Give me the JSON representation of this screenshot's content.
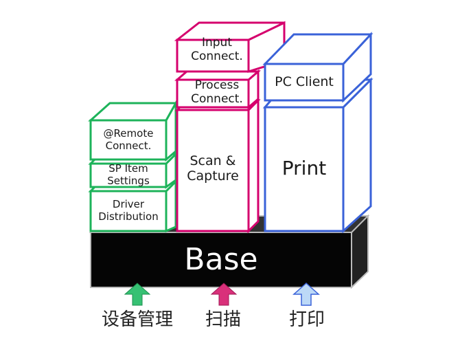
{
  "colors": {
    "green": "#1db35a",
    "magenta": "#d5006d",
    "blue": "#3a62d8",
    "base": "#050505",
    "arrow_green": "#36c173",
    "arrow_magenta": "#d9307a",
    "arrow_blue": "#9fc6f2"
  },
  "blocks": {
    "remote": "@Remote\nConnect.",
    "sp_item": "SP Item\nSettings",
    "driver": "Driver\nDistribution",
    "input": "Input\nConnect.",
    "process": "Process\nConnect.",
    "scan": "Scan &\nCapture",
    "pc_client": "PC Client",
    "print": "Print",
    "base": "Base"
  },
  "captions": {
    "device": "设备管理",
    "scan": "扫描",
    "print": "打印"
  },
  "icons": [
    "up-arrow-icon-green",
    "up-arrow-icon-magenta",
    "up-arrow-icon-blue"
  ]
}
